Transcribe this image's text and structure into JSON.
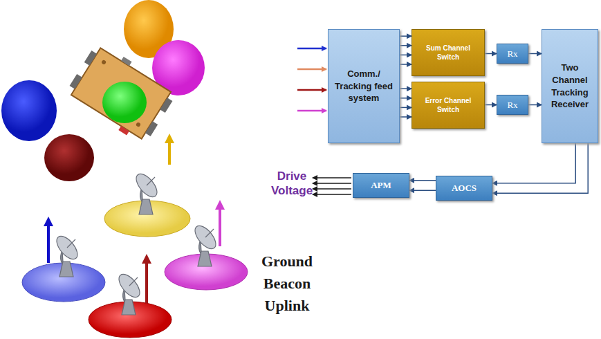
{
  "diagram": {
    "nodes": [
      {
        "text": [
          "Comm./ Tracking feed system"
        ]
      },
      {
        "text": [
          "Sum Channel Switch"
        ]
      },
      {
        "text": [
          "Error Channel Switch"
        ]
      },
      {
        "text": [
          "Rx"
        ]
      },
      {
        "text": [
          "Rx"
        ]
      },
      {
        "text": [
          "Two Channel Tracking Receiver"
        ]
      },
      {
        "text": [
          "AOCS"
        ]
      },
      {
        "text": [
          "APM"
        ]
      }
    ],
    "edges": [
      {
        "from": 0,
        "to": 1,
        "arrow": "to"
      },
      {
        "from": 0,
        "to": 1,
        "arrow": "to"
      },
      {
        "from": 0,
        "to": 1,
        "arrow": "to"
      },
      {
        "from": 0,
        "to": 1,
        "arrow": "to"
      },
      {
        "from": 0,
        "to": 2,
        "arrow": "to"
      },
      {
        "from": 0,
        "to": 2,
        "arrow": "to"
      },
      {
        "from": 0,
        "to": 2,
        "arrow": "to"
      },
      {
        "from": 0,
        "to": 2,
        "arrow": "to"
      },
      {
        "from": 1,
        "to": 3,
        "arrow": "to"
      },
      {
        "from": 2,
        "to": 4,
        "arrow": "to"
      },
      {
        "from": 3,
        "to": 5,
        "arrow": "to"
      },
      {
        "from": 4,
        "to": 5,
        "arrow": "to"
      },
      {
        "from": 5,
        "to": 6,
        "arrow": "to"
      },
      {
        "from": 5,
        "to": 6,
        "arrow": "to"
      },
      {
        "from": 6,
        "to": 7,
        "arrow": "to"
      },
      {
        "from": 6,
        "to": 7,
        "arrow": "to"
      }
    ],
    "labels": [
      "Drive Voltage",
      "Ground Beacon Uplink"
    ]
  }
}
